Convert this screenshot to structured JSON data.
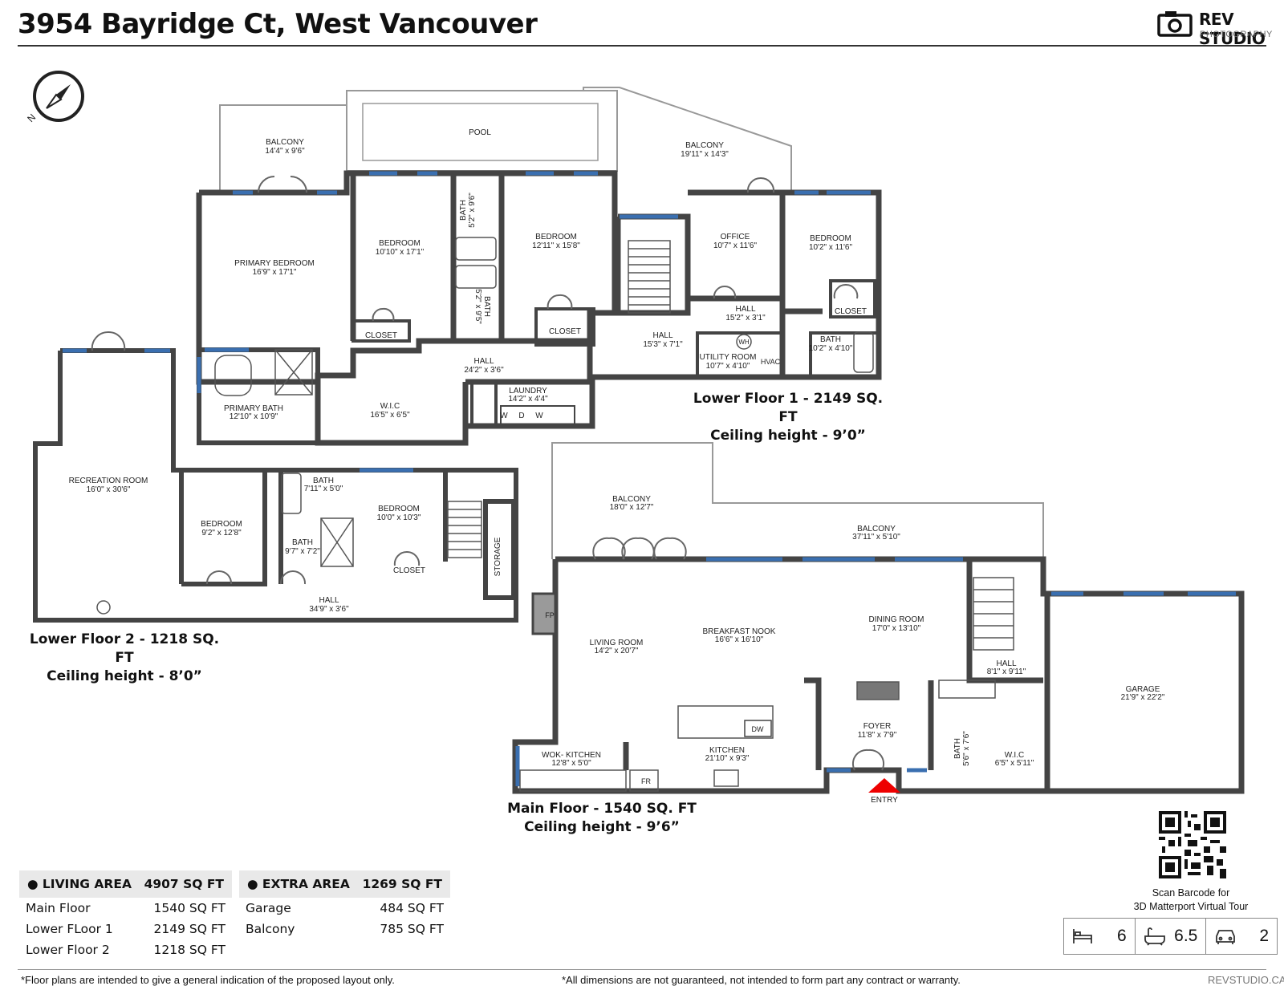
{
  "title": "3954 Bayridge Ct, West Vancouver",
  "logo": {
    "line1": "REV STUDIO",
    "line2": "PHOTOGRAPHY"
  },
  "compass": {
    "letter": "N"
  },
  "rooms": {
    "balcony_a": {
      "name": "BALCONY",
      "dim": "14'4\" x 9'6\""
    },
    "pool": {
      "name": "POOL"
    },
    "balcony_b": {
      "name": "BALCONY",
      "dim": "19'11\" x 14'3\""
    },
    "primary_bedroom": {
      "name": "PRIMARY BEDROOM",
      "dim": "16'9\" x 17'1\""
    },
    "bedroom_a": {
      "name": "BEDROOM",
      "dim": "10'10\" x 17'1\""
    },
    "bath_a": {
      "name": "BATH",
      "dim": "5'2\" x 9'6\""
    },
    "bath_b": {
      "name": "BATH",
      "dim": "5'2\" x 9'5\""
    },
    "bedroom_b": {
      "name": "BEDROOM",
      "dim": "12'11\" x 15'8\""
    },
    "office": {
      "name": "OFFICE",
      "dim": "10'7\" x 11'6\""
    },
    "bedroom_c": {
      "name": "BEDROOM",
      "dim": "10'2\" x 11'6\""
    },
    "closet_a": {
      "name": "CLOSET"
    },
    "closet_b": {
      "name": "CLOSET"
    },
    "closet_c": {
      "name": "CLOSET"
    },
    "hall_a": {
      "name": "HALL",
      "dim": "15'2\" x 3'1\""
    },
    "hall_b": {
      "name": "HALL",
      "dim": "15'3\" x 7'1\""
    },
    "bath_c": {
      "name": "BATH",
      "dim": "10'2\" x 4'10\""
    },
    "utility": {
      "name": "UTILITY ROOM",
      "dim": "10'7\" x 4'10\""
    },
    "wh": "WH",
    "hvac": "HVAC",
    "hall_c": {
      "name": "HALL",
      "dim": "24'2\" x 3'6\""
    },
    "laundry": {
      "name": "LAUNDRY",
      "dim": "14'2\" x 4'4\""
    },
    "w1": "W",
    "d": "D",
    "w2": "W",
    "wic_a": {
      "name": "W.I.C",
      "dim": "16'5\" x 6'5\""
    },
    "primary_bath": {
      "name": "PRIMARY BATH",
      "dim": "12'10\" x 10'9\""
    },
    "recreation": {
      "name": "RECREATION ROOM",
      "dim": "16'0\" x 30'6\""
    },
    "bath_d": {
      "name": "BATH",
      "dim": "7'11\" x 5'0\""
    },
    "bedroom_d": {
      "name": "BEDROOM",
      "dim": "9'2\" x 12'8\""
    },
    "bath_e": {
      "name": "BATH",
      "dim": "9'7\" x 7'2\""
    },
    "bedroom_e": {
      "name": "BEDROOM",
      "dim": "10'0\" x 10'3\""
    },
    "closet_d": {
      "name": "CLOSET"
    },
    "storage": {
      "name": "STORAGE"
    },
    "hall_d": {
      "name": "HALL",
      "dim": "34'9\" x 3'6\""
    },
    "balcony_c": {
      "name": "BALCONY",
      "dim": "18'0\" x 12'7\""
    },
    "balcony_d": {
      "name": "BALCONY",
      "dim": "37'11\" x 5'10\""
    },
    "fp": "FP",
    "living": {
      "name": "LIVING ROOM",
      "dim": "14'2\" x 20'7\""
    },
    "nook": {
      "name": "BREAKFAST NOOK",
      "dim": "16'6\" x 16'10\""
    },
    "dining": {
      "name": "DINING ROOM",
      "dim": "17'0\" x 13'10\""
    },
    "hall_e": {
      "name": "HALL",
      "dim": "8'1\" x 9'11\""
    },
    "garage": {
      "name": "GARAGE",
      "dim": "21'9\" x 22'2\""
    },
    "foyer": {
      "name": "FOYER",
      "dim": "11'8\" x 7'9\""
    },
    "bath_f": {
      "name": "BATH",
      "dim": "5'6\" x 7'6\""
    },
    "wic_b": {
      "name": "W.I.C",
      "dim": "6'5\" x 5'11\""
    },
    "wok": {
      "name": "WOK- KITCHEN",
      "dim": "12'8\" x 5'0\""
    },
    "kitchen": {
      "name": "KITCHEN",
      "dim": "21'10\" x 9'3\""
    },
    "dw": "DW",
    "fr": "FR",
    "entry": "ENTRY"
  },
  "floors": {
    "lower1": {
      "name": "Lower Floor 1 - 2149 SQ. FT",
      "ceiling": "Ceiling height - 9’0”"
    },
    "lower2": {
      "name": "Lower Floor 2 - 1218 SQ. FT",
      "ceiling": "Ceiling height - 8’0”"
    },
    "main": {
      "name": "Main Floor - 1540 SQ. FT",
      "ceiling": "Ceiling height - 9’6”"
    }
  },
  "living_area": {
    "label": "LIVING AREA",
    "total": "4907 SQ FT",
    "rows": [
      {
        "name": "Main Floor",
        "value": "1540 SQ FT"
      },
      {
        "name": "Lower FLoor 1",
        "value": "2149 SQ FT"
      },
      {
        "name": "Lower Floor 2",
        "value": "1218 SQ FT"
      }
    ]
  },
  "extra_area": {
    "label": "EXTRA AREA",
    "total": "1269 SQ FT",
    "rows": [
      {
        "name": "Garage",
        "value": "484 SQ FT"
      },
      {
        "name": "Balcony",
        "value": "785 SQ FT"
      }
    ]
  },
  "qr": {
    "line1": "Scan Barcode for",
    "line2": "3D Matterport Virtual Tour"
  },
  "stats": {
    "beds": "6",
    "baths": "6.5",
    "garage": "2"
  },
  "icons": [
    "bed-icon",
    "bathtub-icon",
    "car-icon",
    "camera-logo-icon",
    "compass-icon",
    "qr-code-icon",
    "entry-arrow-icon"
  ],
  "footer": {
    "left": "*Floor plans are intended to give a general indication of the proposed layout only.",
    "mid": "*All dimensions are not guaranteed, not intended to form part any contract or warranty.",
    "right": "REVSTUDIO.CA"
  }
}
